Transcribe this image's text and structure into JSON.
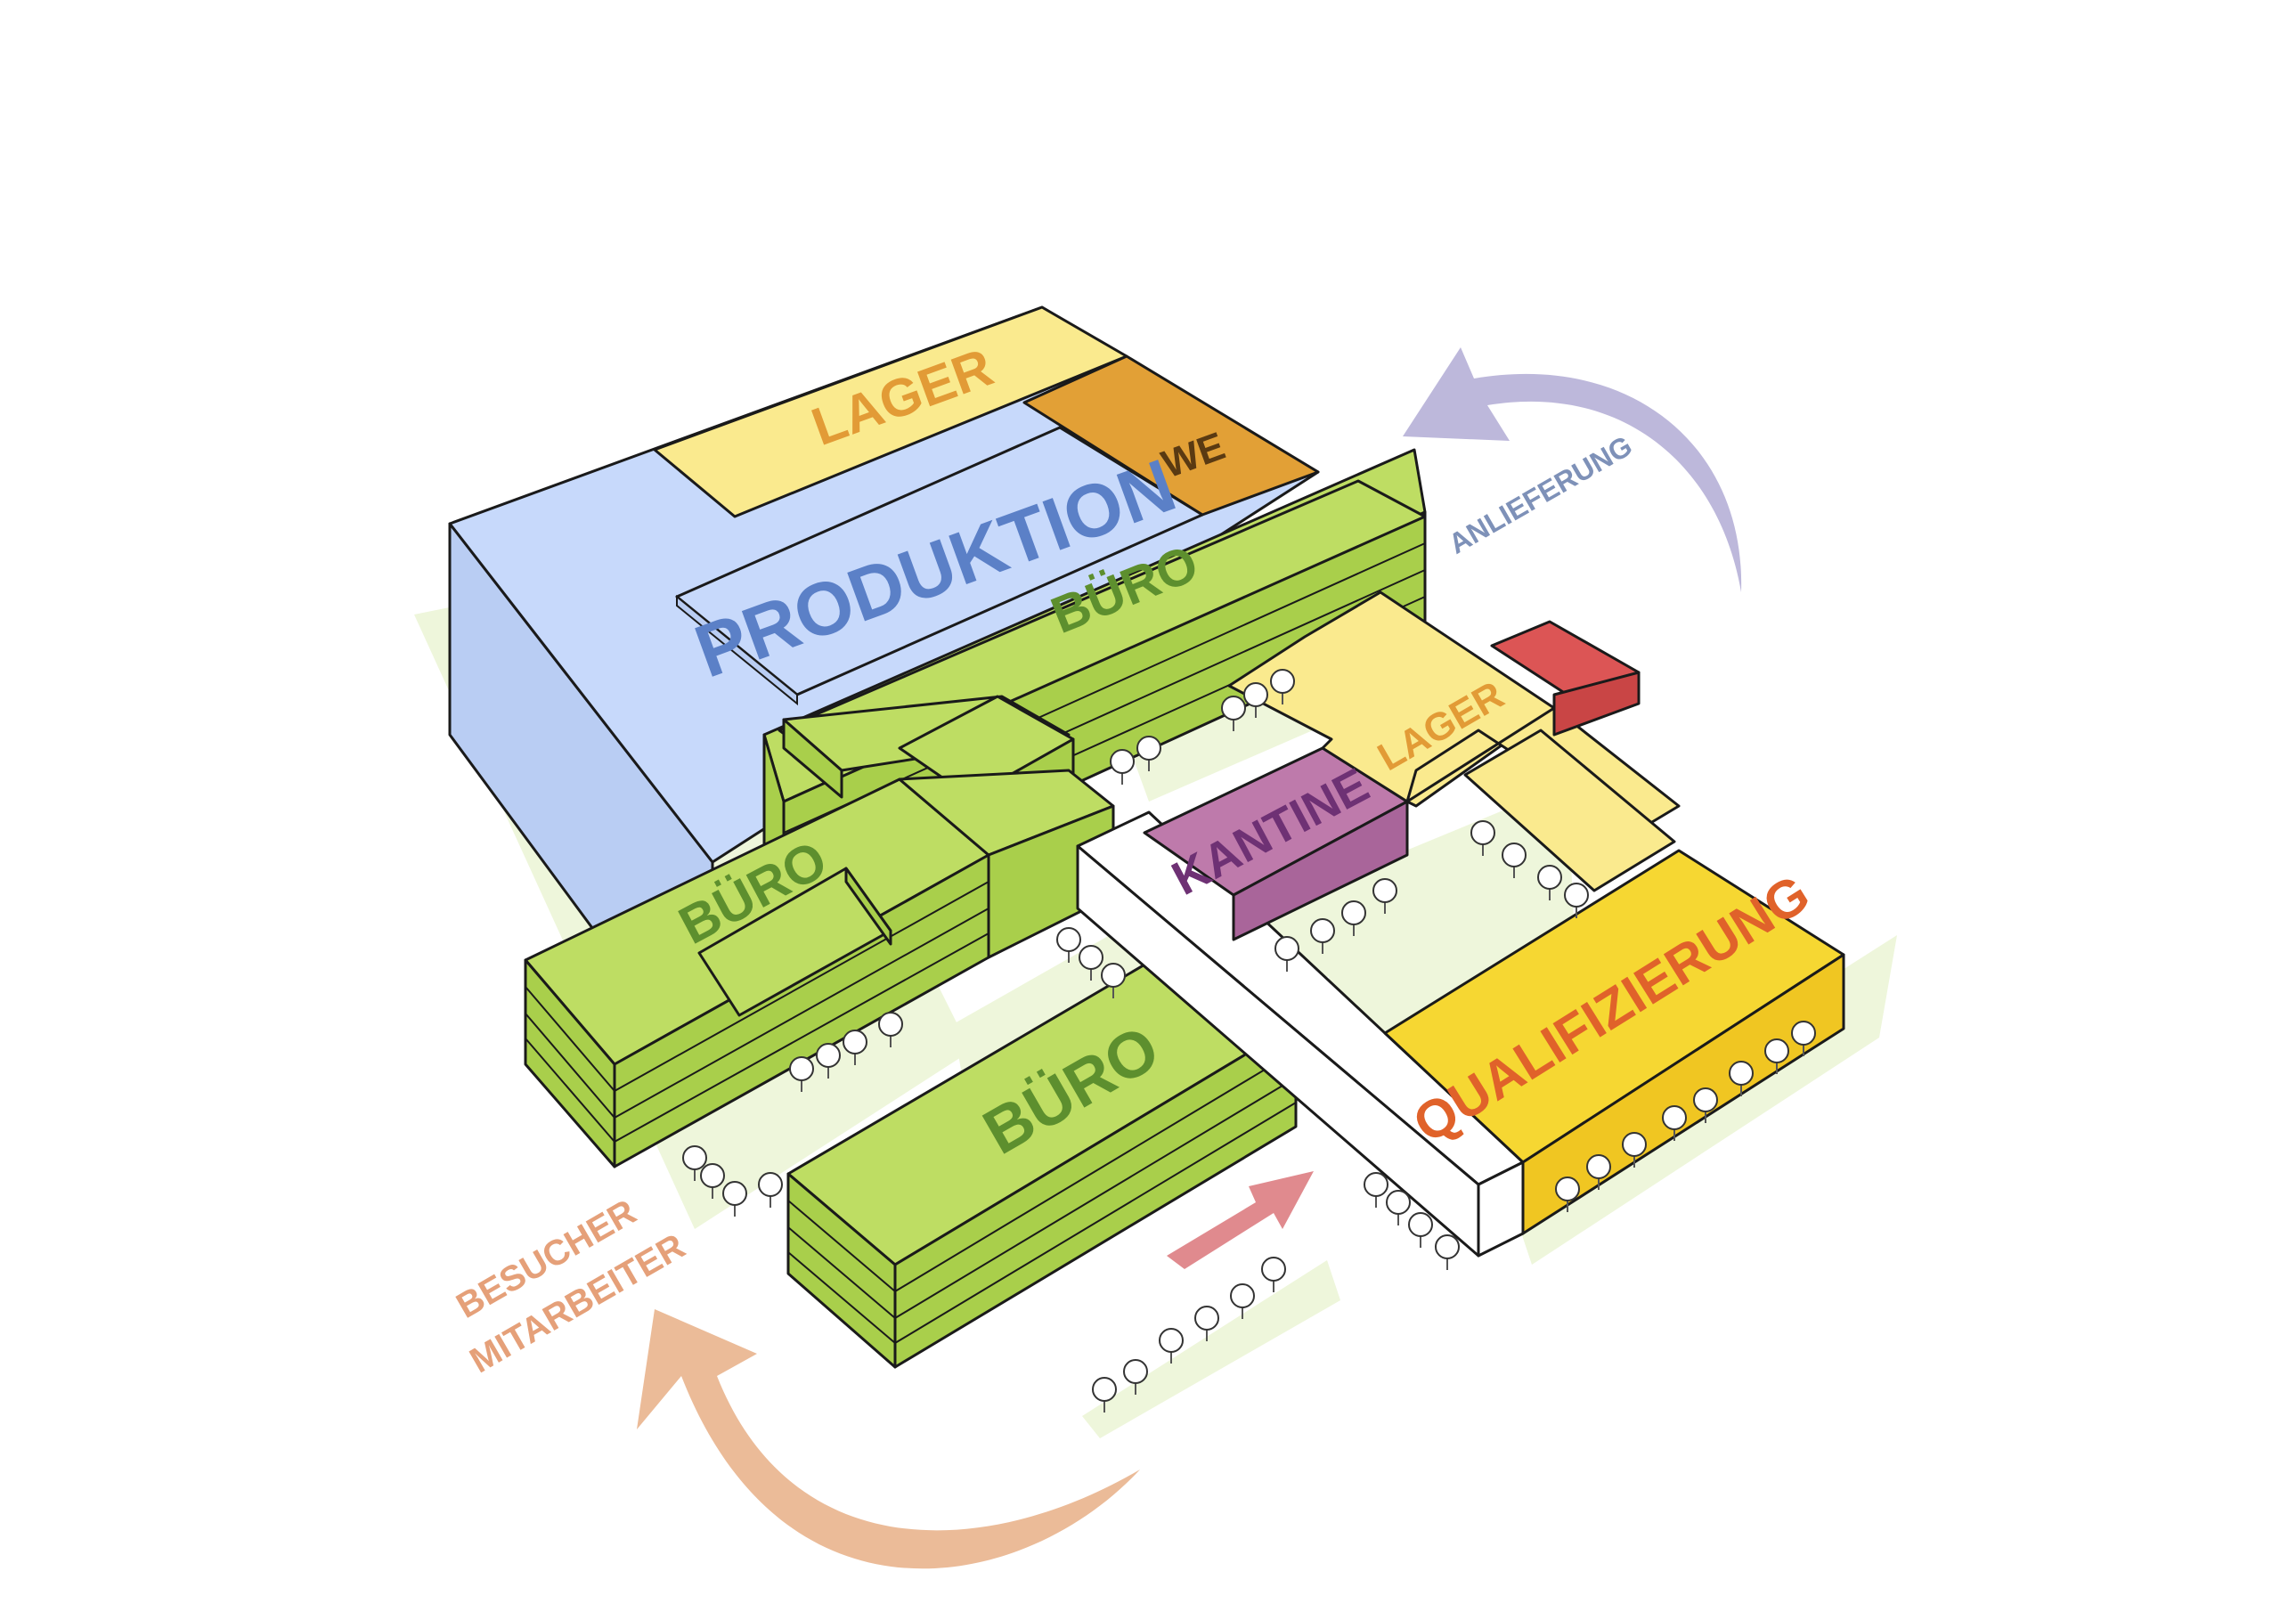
{
  "colors": {
    "ground": "#eef6db",
    "buero_top": "#bedd63",
    "buero_side": "#a9cf4b",
    "buero_label": "#5d8f2e",
    "produktion_top": "#c7d9fb",
    "produktion_side": "#b9cdf3",
    "produktion_label": "#5b80c7",
    "lager_top": "#faea8e",
    "lager_label": "#e29b36",
    "we_top": "#e2a036",
    "we_label": "#5a3a12",
    "kantine_top": "#be7aab",
    "kantine_label": "#6e3174",
    "qualifizierung_top": "#f6d732",
    "qualifizierung_label": "#e0622a",
    "red_block": "#dc5555",
    "anlieferung_arrow": "#bdb8db",
    "anlieferung_label": "#7e91b8",
    "besucher_arrow": "#ebbb98",
    "besucher_label": "#e5a079",
    "entry_arrow": "#e08a8e"
  },
  "labels": {
    "lager_top": "LAGER",
    "we": "WE",
    "produktion": "PRODUKTION",
    "buero_main": "BÜRO",
    "lager_right": "LAGER",
    "kantine": "KANTINE",
    "buero_left": "BÜRO",
    "buero_front": "BÜRO",
    "qualifizierung": "QUALIFIZIERUNG",
    "anlieferung": "ANLIEFERUNG",
    "besucher": "BESUCHER",
    "mitarbeiter": "MITARBEITER"
  },
  "icons": {
    "tree": "tree-icon",
    "arrow": "curved-arrow-icon"
  }
}
